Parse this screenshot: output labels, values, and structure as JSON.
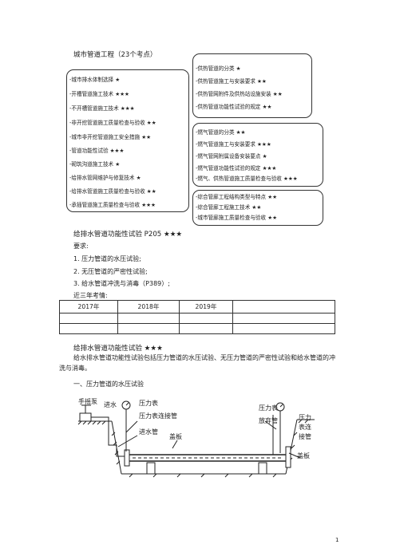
{
  "header": {
    "title": "城市管道工程（23个考点）"
  },
  "left_box": {
    "items": [
      "-城市排水体制选择 ★",
      "-开槽管道施工技术 ★★★",
      "-不开槽管道施工技术 ★★★",
      "-非开挖管道施工质量检查与验收 ★★",
      "-城市非开挖管道施工安全措施 ★★",
      "-管道功能性试验 ★★★",
      "-砌筑沟道施工技术 ★",
      "-给排水管网维护与修复技术 ★",
      "-给排水管道施工质量检查与验收 ★★",
      "-承插管道施工质量检查与验收 ★★★"
    ]
  },
  "right_box1": {
    "items": [
      "-供热管道的分类 ★",
      "-供热管道施工与安装要求 ★★",
      "-供热管网附件及供热站设施安装 ★★",
      "-供热管道功能性试验的规定 ★★"
    ]
  },
  "right_box2": {
    "items": [
      "-燃气管道的分类 ★★",
      "-燃气管道施工与安装要求 ★★★",
      "-燃气管网附属设备安装要点 ★",
      "-燃气管道功能性试验的规定 ★★★",
      "-燃气、供热管道施工质量检查与验收 ★★★"
    ]
  },
  "right_box3": {
    "items": [
      "-综合管廊工程结构类型与特点 ★★",
      "-综合管廊工程施工技术 ★★",
      "-城市管廊施工质量检查与验收 ★★"
    ]
  },
  "section1": {
    "heading": "给排水管道功能性试验  P205  ★★★",
    "req_label": "要求:",
    "reqs": [
      "1.  压力管道的水压试验;",
      "2.  无压管道的严密性试验;",
      "3.  给水管道冲洗与消毒（P389）;"
    ],
    "recent_label": "近三年考情:"
  },
  "years_table": {
    "headers": [
      "2017年",
      "2018年",
      "2019年",
      ""
    ],
    "rows": [
      [
        "",
        "",
        "",
        ""
      ],
      [
        "",
        "",
        "",
        ""
      ]
    ]
  },
  "section2": {
    "heading": "给排水管道功能性试验  ★★★",
    "paragraph": "给水排水管道功能性试验包括压力管道的水压试验、无压力管道的严密性试验和给水管道的冲洗与消毒。",
    "sub_heading": "一、压力管道的水压试验"
  },
  "diagram": {
    "labels": {
      "hand_pump": "手摇泵",
      "inlet": "进水",
      "gauge1": "压力表",
      "gauge_pipe1": "压力表连接管",
      "inlet_pipe": "进水管",
      "cover1": "盖板",
      "gauge2": "压力表",
      "vent": "放弃管",
      "gauge_pipe2_l1": "压力",
      "gauge_pipe2_l2": "表连",
      "gauge_pipe2_l3": "接管",
      "cover2": "盖板"
    }
  },
  "footer": {
    "page": "1"
  }
}
